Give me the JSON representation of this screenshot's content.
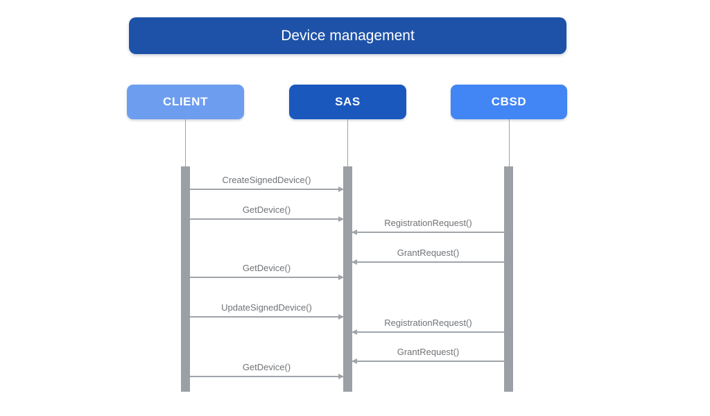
{
  "title": "Device management",
  "colors": {
    "title_bar": "#1E52A8",
    "client_box": "#6D9DEE",
    "sas_box": "#1B58BE",
    "cbsd_box": "#4285F4",
    "lifeline_gray": "#9AA0A6",
    "arrow_gray": "#9FA4A9",
    "message_text": "#6F7377",
    "background": "#FFFFFF"
  },
  "actors": [
    {
      "label": "CLIENT",
      "color": "#6D9DEE"
    },
    {
      "label": "SAS",
      "color": "#1B58BE"
    },
    {
      "label": "CBSD",
      "color": "#4285F4"
    }
  ],
  "messages": [
    {
      "label": "CreateSignedDevice()",
      "from": "CLIENT",
      "to": "SAS"
    },
    {
      "label": "GetDevice()",
      "from": "CLIENT",
      "to": "SAS"
    },
    {
      "label": "RegistrationRequest()",
      "from": "CBSD",
      "to": "SAS"
    },
    {
      "label": "GrantRequest()",
      "from": "CBSD",
      "to": "SAS"
    },
    {
      "label": "GetDevice()",
      "from": "CLIENT",
      "to": "SAS"
    },
    {
      "label": "UpdateSignedDevice()",
      "from": "CLIENT",
      "to": "SAS"
    },
    {
      "label": "RegistrationRequest()",
      "from": "CBSD",
      "to": "SAS"
    },
    {
      "label": "GrantRequest()",
      "from": "CBSD",
      "to": "SAS"
    },
    {
      "label": "GetDevice()",
      "from": "CLIENT",
      "to": "SAS"
    }
  ]
}
